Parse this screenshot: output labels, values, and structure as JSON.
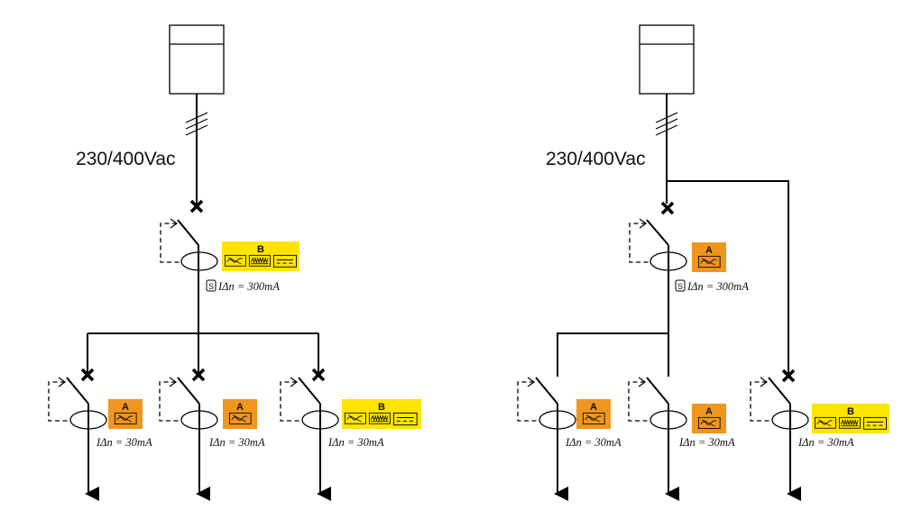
{
  "diagrams": [
    {
      "supply_voltage": "230/400Vac",
      "main_rcd": {
        "type": "B",
        "sensitivity": "IΔn = 300mA",
        "selective_mark": "S"
      },
      "branch_rcds": [
        {
          "type": "A",
          "sensitivity": "IΔn = 30mA"
        },
        {
          "type": "A",
          "sensitivity": "IΔn = 30mA"
        },
        {
          "type": "B",
          "sensitivity": "IΔn = 30mA"
        }
      ]
    },
    {
      "supply_voltage": "230/400Vac",
      "main_rcd": {
        "type": "A",
        "sensitivity": "IΔn = 300mA",
        "selective_mark": "S"
      },
      "branch_rcds": [
        {
          "type": "A",
          "sensitivity": "IΔn = 30mA"
        },
        {
          "type": "A",
          "sensitivity": "IΔn = 30mA"
        },
        {
          "type": "B",
          "sensitivity": "IΔn = 30mA"
        }
      ]
    }
  ],
  "colors": {
    "type_a_badge": "#F0961E",
    "type_b_badge": "#FFE400",
    "line": "#000000"
  },
  "icons": [
    "meter-box-icon",
    "three-phase-mark-icon",
    "circuit-breaker-x-icon",
    "rcd-switch-icon",
    "current-transformer-icon",
    "ac-wave-icon",
    "pulsating-dc-icon",
    "smooth-dc-icon",
    "arrow-down-icon"
  ]
}
